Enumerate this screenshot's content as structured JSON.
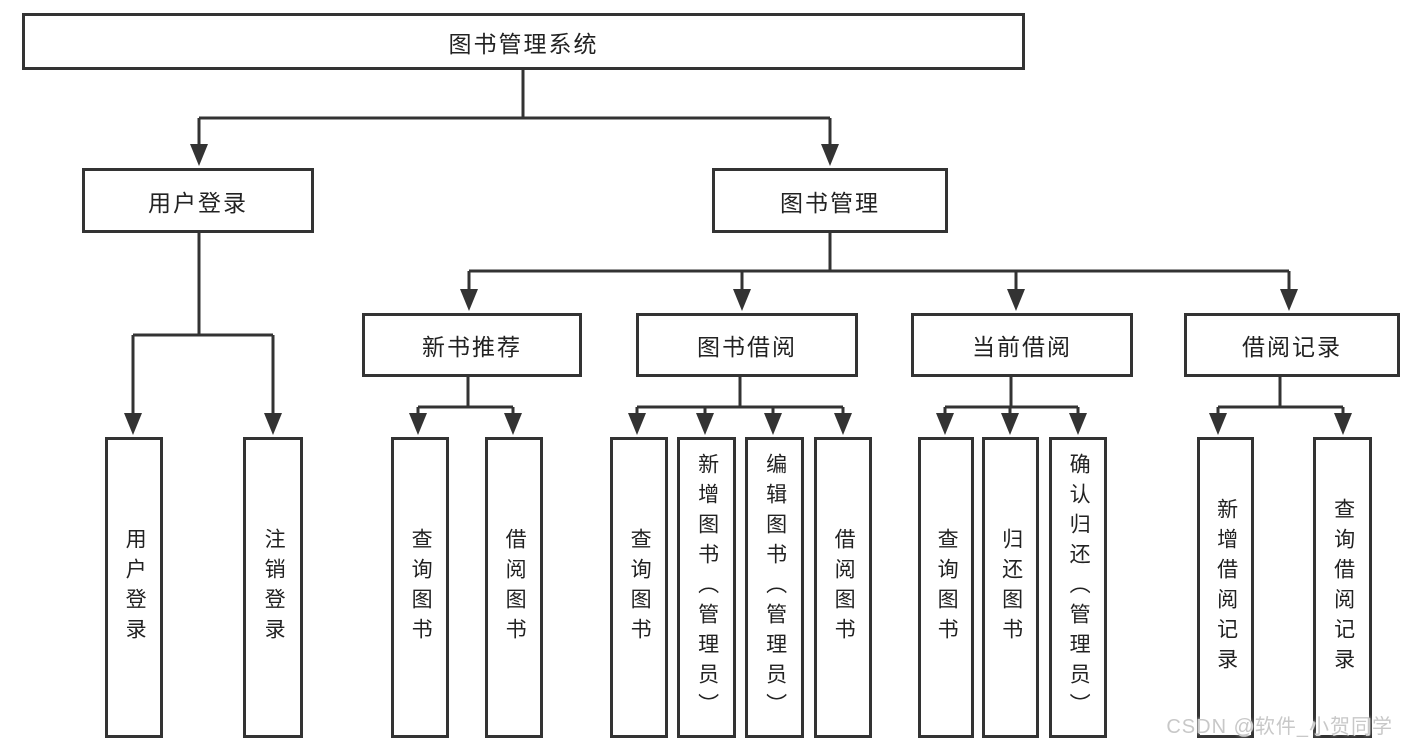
{
  "diagram": {
    "title": "图书管理系统",
    "type": "hierarchy",
    "tree": {
      "label": "图书管理系统",
      "children": [
        {
          "label": "用户登录",
          "children": [
            {
              "label": "用户登录"
            },
            {
              "label": "注销登录"
            }
          ]
        },
        {
          "label": "图书管理",
          "children": [
            {
              "label": "新书推荐",
              "children": [
                {
                  "label": "查询图书"
                },
                {
                  "label": "借阅图书"
                }
              ]
            },
            {
              "label": "图书借阅",
              "children": [
                {
                  "label": "查询图书"
                },
                {
                  "label": "新增图书（管理员）"
                },
                {
                  "label": "编辑图书（管理员）"
                },
                {
                  "label": "借阅图书"
                }
              ]
            },
            {
              "label": "当前借阅",
              "children": [
                {
                  "label": "查询图书"
                },
                {
                  "label": "归还图书"
                },
                {
                  "label": "确认归还（管理员）"
                }
              ]
            },
            {
              "label": "借阅记录",
              "children": [
                {
                  "label": "新增借阅记录"
                },
                {
                  "label": "查询借阅记录"
                }
              ]
            }
          ]
        }
      ]
    },
    "colors": {
      "line": "#333333",
      "box_border": "#333333",
      "box_fill": "#ffffff",
      "text": "#222222",
      "background": "#ffffff",
      "watermark": "#c8c8c8"
    }
  },
  "watermark": {
    "text": "CSDN @软件_小贺同学"
  }
}
